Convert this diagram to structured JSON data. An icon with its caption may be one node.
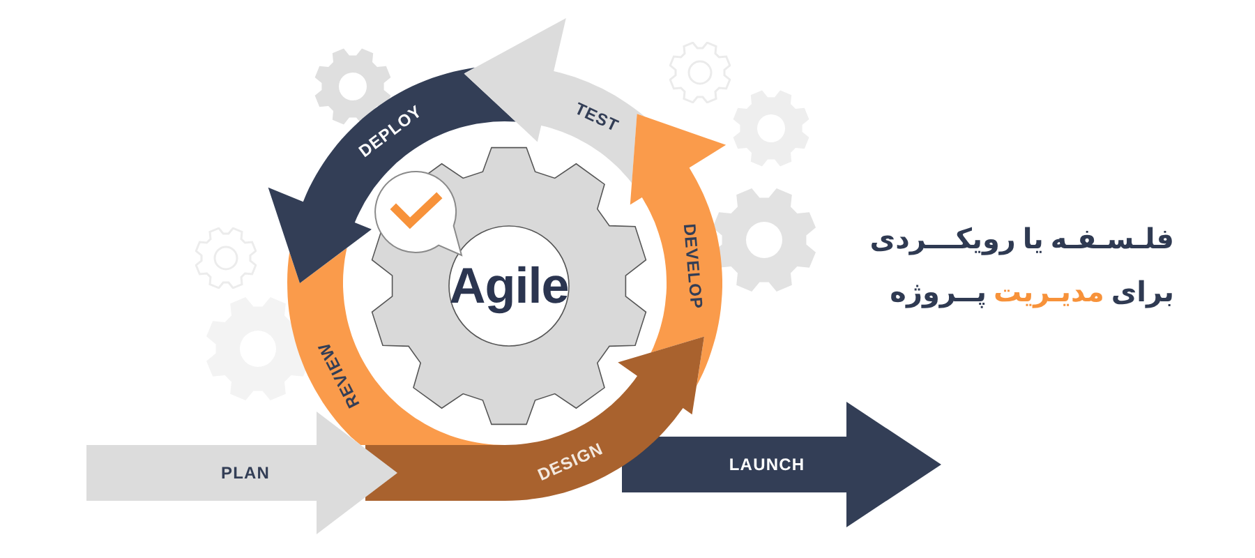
{
  "diagram": {
    "title": "فلـسـفـه یا رویکـــردی برای **مدیـریت** پــروژه",
    "nodes": [
      {
        "text": [
          "PLAN"
        ]
      },
      {
        "text": [
          "DESIGN"
        ]
      },
      {
        "text": [
          "DEVELOP"
        ]
      },
      {
        "text": [
          "TEST"
        ]
      },
      {
        "text": [
          "DEPLOY"
        ]
      },
      {
        "text": [
          "REVIEW"
        ]
      },
      {
        "text": [
          "LAUNCH"
        ]
      },
      {
        "text": [
          "Agile"
        ]
      }
    ]
  }
}
